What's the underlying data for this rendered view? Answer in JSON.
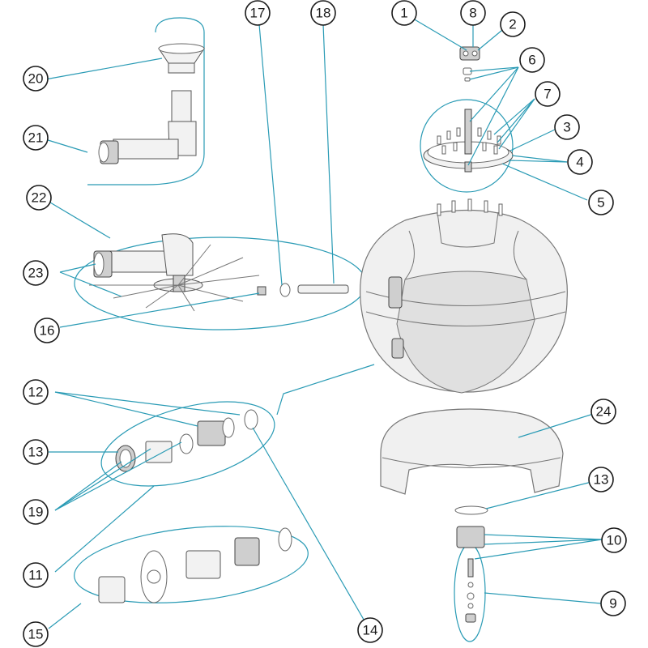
{
  "callouts": [
    {
      "id": "c1",
      "label": "1"
    },
    {
      "id": "c2",
      "label": "2"
    },
    {
      "id": "c3",
      "label": "3"
    },
    {
      "id": "c4",
      "label": "4"
    },
    {
      "id": "c5",
      "label": "5"
    },
    {
      "id": "c6",
      "label": "6"
    },
    {
      "id": "c7",
      "label": "7"
    },
    {
      "id": "c8",
      "label": "8"
    },
    {
      "id": "c9",
      "label": "9"
    },
    {
      "id": "c10",
      "label": "10"
    },
    {
      "id": "c11",
      "label": "11"
    },
    {
      "id": "c12",
      "label": "12"
    },
    {
      "id": "c13a",
      "label": "13"
    },
    {
      "id": "c13b",
      "label": "13"
    },
    {
      "id": "c14",
      "label": "14"
    },
    {
      "id": "c15",
      "label": "15"
    },
    {
      "id": "c16",
      "label": "16"
    },
    {
      "id": "c17",
      "label": "17"
    },
    {
      "id": "c18",
      "label": "18"
    },
    {
      "id": "c19",
      "label": "19"
    },
    {
      "id": "c20",
      "label": "20"
    },
    {
      "id": "c21",
      "label": "21"
    },
    {
      "id": "c22",
      "label": "22"
    },
    {
      "id": "c23",
      "label": "23"
    },
    {
      "id": "c24",
      "label": "24"
    }
  ],
  "colors": {
    "leader": "#2a9bb5",
    "outline": "#1a1a1a",
    "part_fill": "#f2f2f2"
  }
}
